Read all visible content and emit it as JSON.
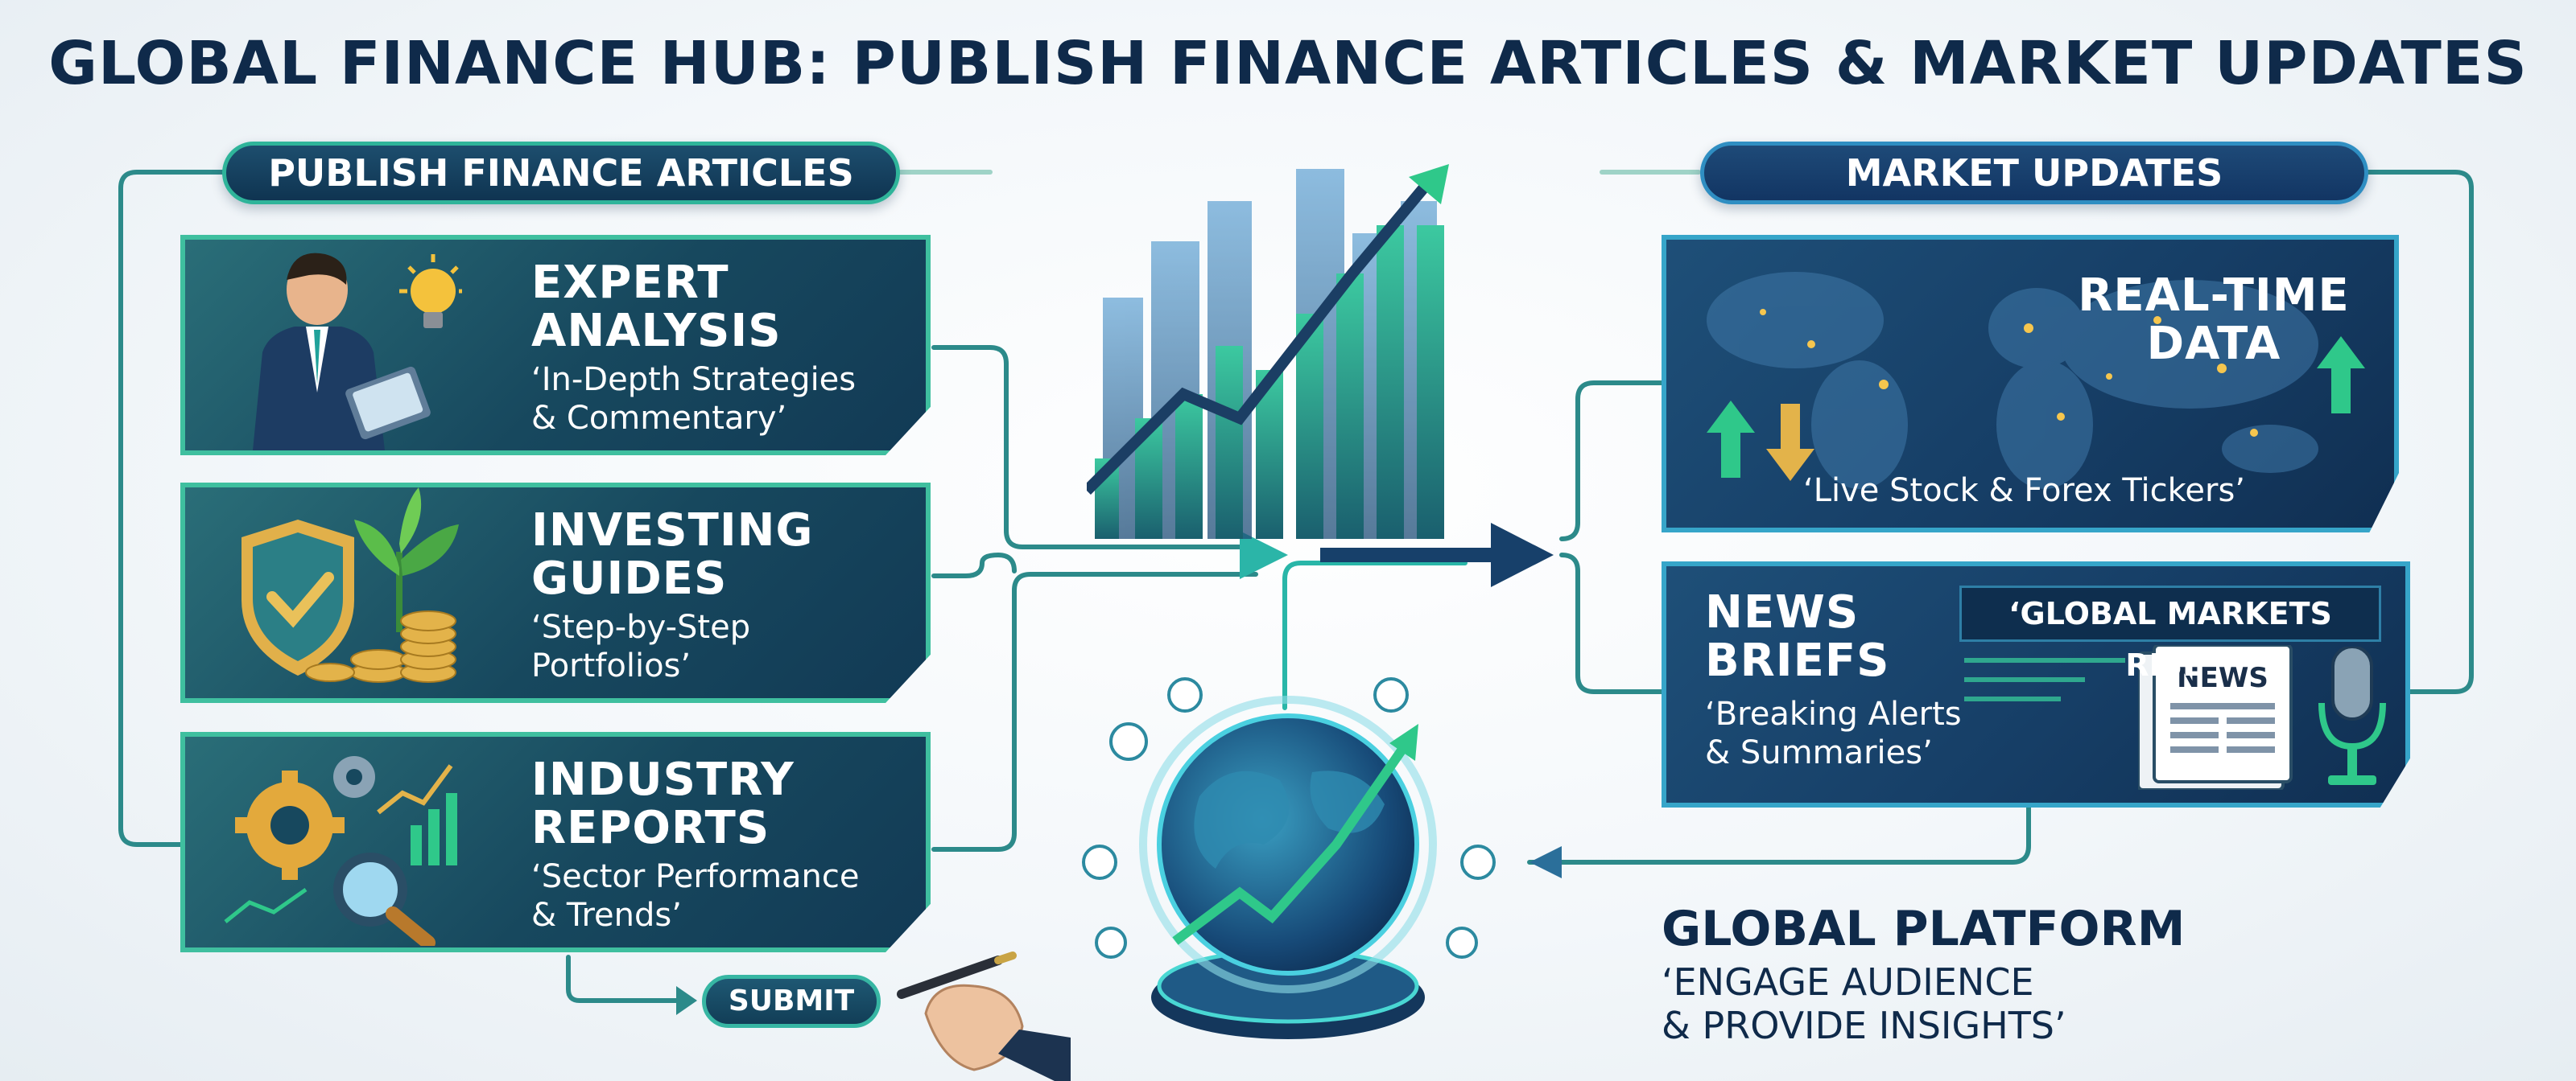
{
  "title": "GLOBAL FINANCE HUB: PUBLISH FINANCE ARTICLES & MARKET UPDATES",
  "left_section": {
    "header": "PUBLISH FINANCE ARTICLES",
    "cards": [
      {
        "title_line1": "EXPERT",
        "title_line2": "ANALYSIS",
        "sub_line1": "‘In-Depth Strategies",
        "sub_line2": "& Commentary’",
        "icon": "analyst-with-lightbulb-icon"
      },
      {
        "title_line1": "INVESTING",
        "title_line2": "GUIDES",
        "sub_line1": "‘Step-by-Step",
        "sub_line2": "Portfolios’",
        "icon": "shield-plant-coins-icon"
      },
      {
        "title_line1": "INDUSTRY",
        "title_line2": "REPORTS",
        "sub_line1": "‘Sector Performance",
        "sub_line2": "& Trends’",
        "icon": "gears-magnifier-chart-icon"
      }
    ],
    "submit_label": "SUBMIT"
  },
  "right_section": {
    "header": "MARKET UPDATES",
    "cards": [
      {
        "title_line1": "REAL-TIME",
        "title_line2": "DATA",
        "sub_line1": "‘Live Stock & Forex Tickers’",
        "icon": "world-map-arrows-icon"
      },
      {
        "title_line1": "NEWS",
        "title_line2": "BRIEFS",
        "sub_line1": "‘Breaking Alerts",
        "sub_line2": "& Summaries’",
        "headline": "‘GLOBAL MARKETS RISE’",
        "newspaper_label": "NEWS",
        "icon": "newspaper-microphone-icon"
      }
    ]
  },
  "footer": {
    "title": "GLOBAL PLATFORM",
    "sub_line1": "‘ENGAGE AUDIENCE",
    "sub_line2": "& PROVIDE INSIGHTS’"
  },
  "colors": {
    "navy": "#0f2a4a",
    "teal": "#3fbf9f",
    "card_teal": "#17485e",
    "card_blue": "#163e66",
    "accent_green": "#2fc88a",
    "accent_gold": "#e3b34a"
  }
}
